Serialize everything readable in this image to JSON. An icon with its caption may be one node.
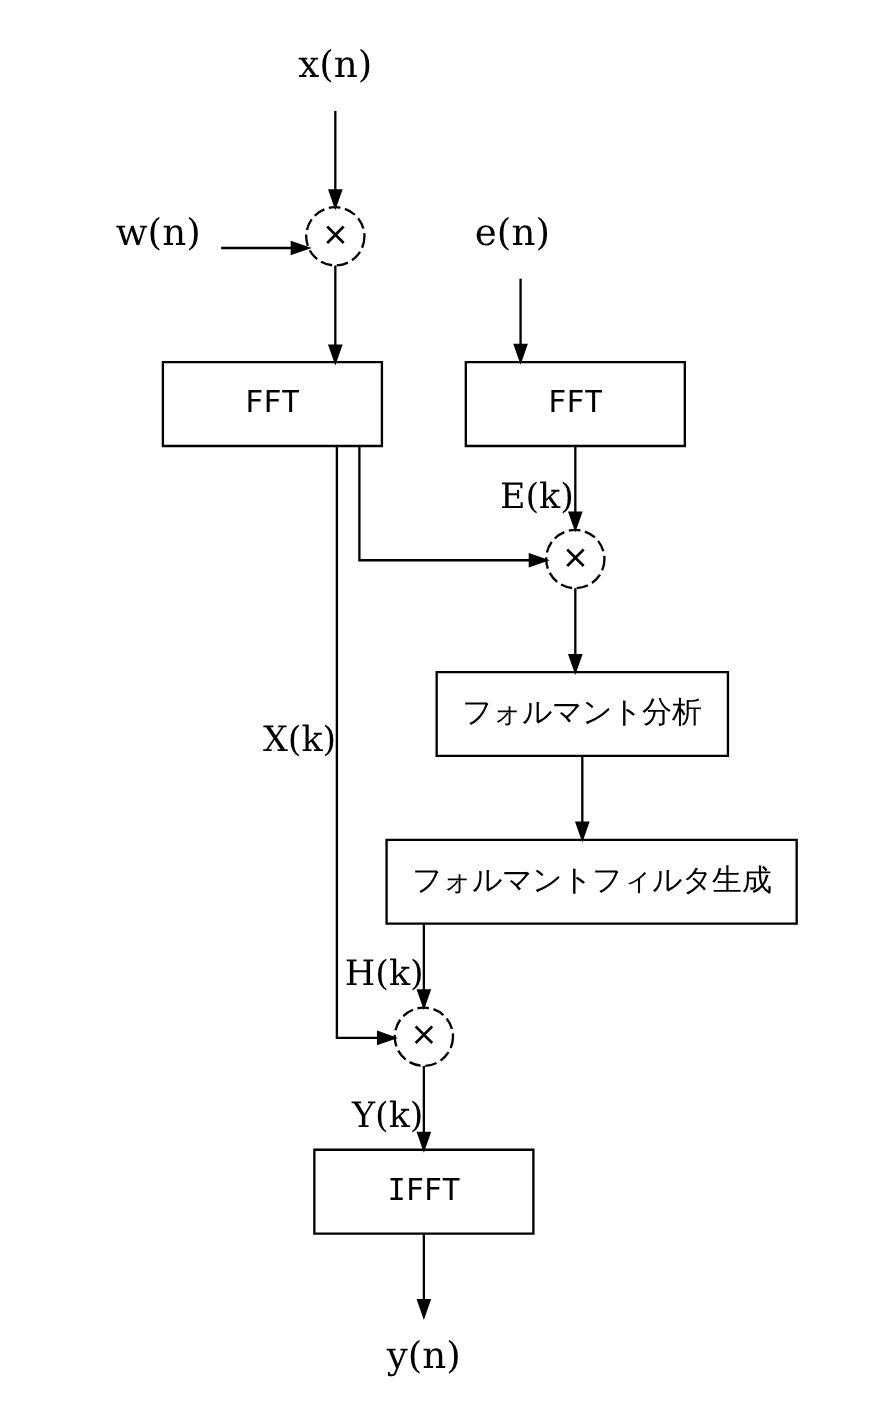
{
  "diagram": {
    "nodes": [
      {
        "text": [
          "x(n)"
        ]
      },
      {
        "text": [
          "w(n)"
        ]
      },
      {
        "text": [
          "×"
        ]
      },
      {
        "text": [
          "e(n)"
        ]
      },
      {
        "text": [
          "FFT"
        ]
      },
      {
        "text": [
          "FFT"
        ]
      },
      {
        "text": [
          "×"
        ]
      },
      {
        "text": [
          "フォルマント分析"
        ]
      },
      {
        "text": [
          "フォルマントフィルタ生成"
        ]
      },
      {
        "text": [
          "×"
        ]
      },
      {
        "text": [
          "IFFT"
        ]
      },
      {
        "text": [
          "y(n)"
        ]
      }
    ],
    "edges": [
      {
        "from": 0,
        "to": 2,
        "arrow": "to"
      },
      {
        "from": 1,
        "to": 2,
        "arrow": "to"
      },
      {
        "from": 2,
        "to": 4,
        "arrow": "to"
      },
      {
        "from": 3,
        "to": 5,
        "arrow": "to"
      },
      {
        "from": 5,
        "to": 6,
        "arrow": "to",
        "label": "E(k)"
      },
      {
        "from": 4,
        "to": 9,
        "arrow": "to",
        "label": "X(k)"
      },
      {
        "from": 4,
        "to": 6,
        "arrow": "to"
      },
      {
        "from": 6,
        "to": 7,
        "arrow": "to"
      },
      {
        "from": 7,
        "to": 8,
        "arrow": "to"
      },
      {
        "from": 8,
        "to": 9,
        "arrow": "to",
        "label": "H(k)"
      },
      {
        "from": 9,
        "to": 10,
        "arrow": "to",
        "label": "Y(k)"
      },
      {
        "from": 10,
        "to": 11,
        "arrow": "to"
      }
    ]
  }
}
